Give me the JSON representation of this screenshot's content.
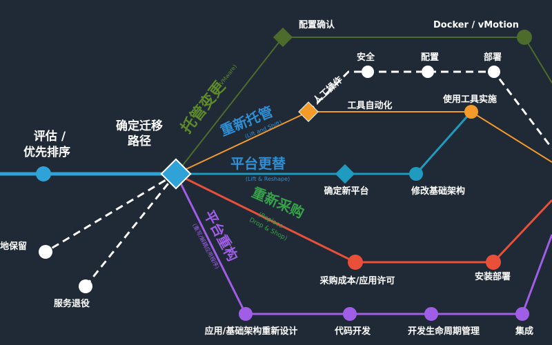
{
  "colors": {
    "background": "#1f2a36",
    "primary_line": "#2fa3d8",
    "rehost": "#4d6b2a",
    "replatform_auto": "#f39a2b",
    "replatform": "#1f9bc0",
    "repurchase": "#e8503a",
    "refactor": "#a05ee6",
    "retain_retire": "#ffffff",
    "label": "#ffffff",
    "rehost_label": "#5e8a2c",
    "repurchase_label": "#38a24a"
  },
  "stations": {
    "assess": "评估 /",
    "assess2": "优先排序",
    "decide": "确定迁移",
    "decide2": "路径",
    "config_confirm": "配置确认",
    "docker": "Docker / vMotion",
    "security": "安全",
    "configure": "配置",
    "deploy": "部署",
    "manual_ops": "人工操作",
    "tool_auto": "工具自动化",
    "use_tools": "使用工具实施",
    "decide_platform": "确定新平台",
    "modify_infra": "修改基础架构",
    "purchase_cost": "采购成本/应用许可",
    "install_deploy": "安装部署",
    "redesign": "应用/基础架构重新设计",
    "code_dev": "代码开发",
    "devlifecycle": "开发生命周期管理",
    "integrate": "集成",
    "retain": "地保留",
    "retire": "服务退役"
  },
  "routes": {
    "rehost": "托管变更",
    "rehost_en": "(VMware)",
    "relift": "重新托管",
    "relift_en": "(Lift and Shift)",
    "replatform": "平台更替",
    "replatform_en": "(Lift & Reshape)",
    "repurchase": "重新采购",
    "repurchase_en": "(Replace -",
    "repurchase_en2": "Drop & Shop)",
    "refactor": "平台重构",
    "refactor_en": "(重写/解耦应用程序)"
  }
}
